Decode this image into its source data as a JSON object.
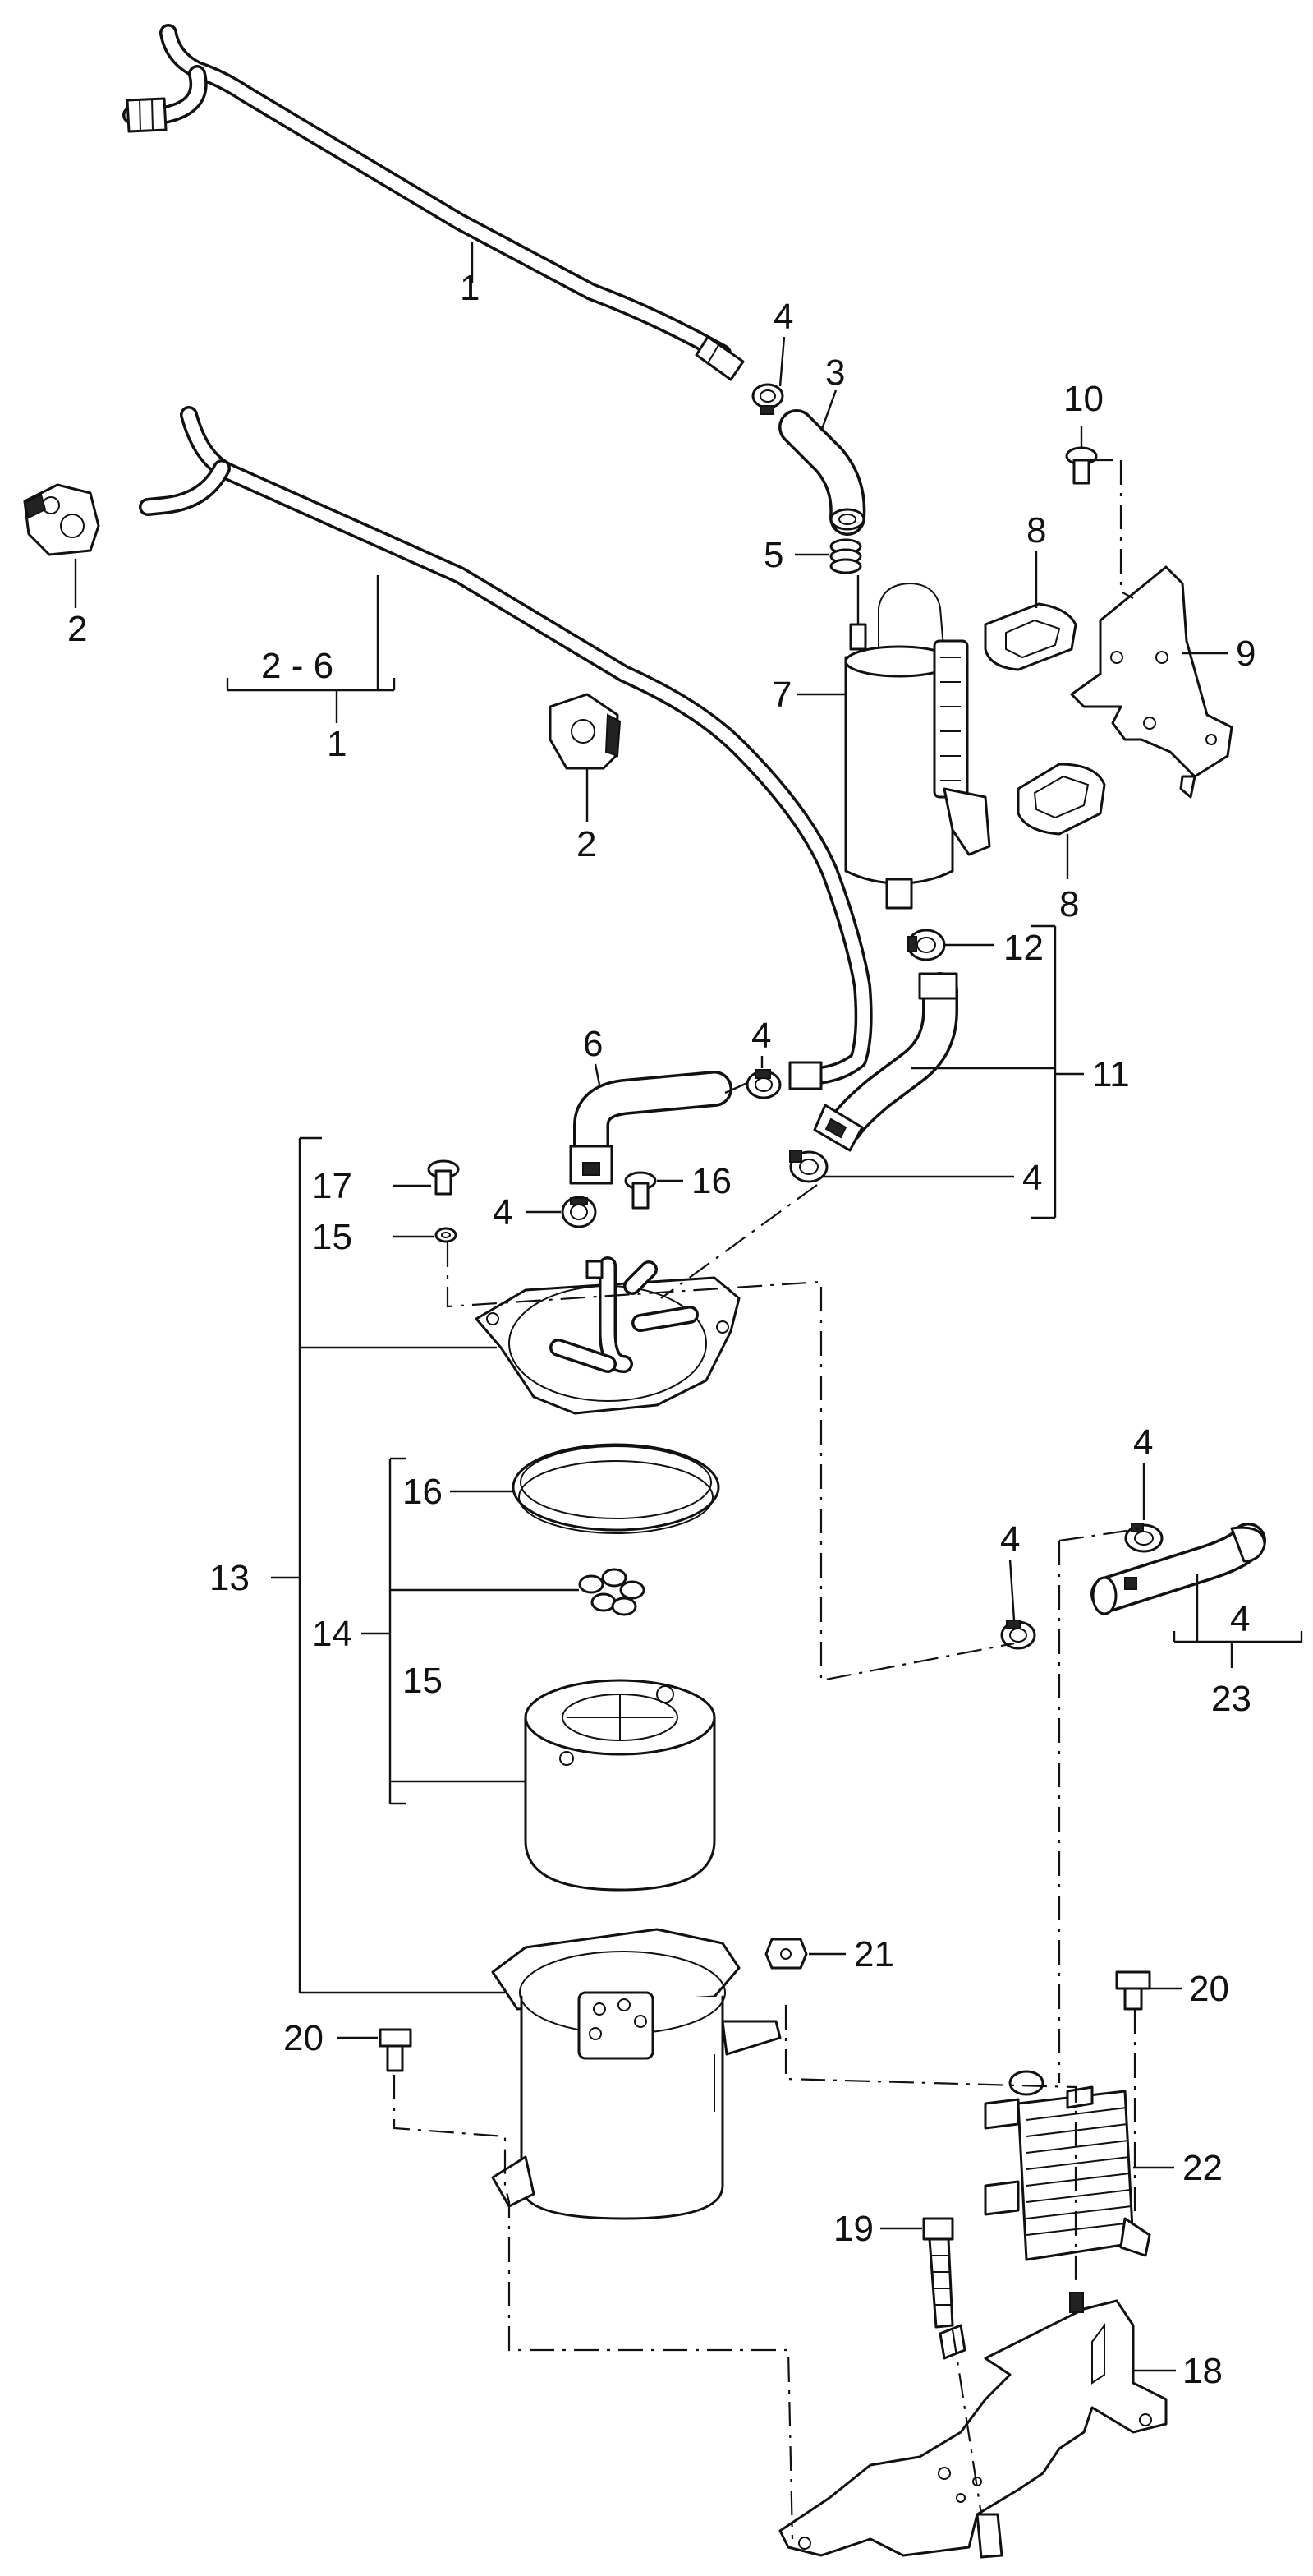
{
  "labels": {
    "l1_top": "1",
    "l1_bracket": "1",
    "l2_6": "2 - 6",
    "l2_left": "2",
    "l2_mid": "2",
    "l3": "3",
    "l4_a": "4",
    "l4_b": "4",
    "l4_c": "4",
    "l4_d": "4",
    "l4_e": "4",
    "l4_f": "4",
    "l4_g": "4",
    "l5": "5",
    "l6": "6",
    "l7": "7",
    "l8_top": "8",
    "l8_bot": "8",
    "l9": "9",
    "l10": "10",
    "l11": "11",
    "l12": "12",
    "l13": "13",
    "l14": "14",
    "l15_a": "15",
    "l15_b": "15",
    "l16_a": "16",
    "l16_b": "16",
    "l17": "17",
    "l18": "18",
    "l19": "19",
    "l20_a": "20",
    "l20_b": "20",
    "l21": "21",
    "l22": "22",
    "l23": "23"
  }
}
